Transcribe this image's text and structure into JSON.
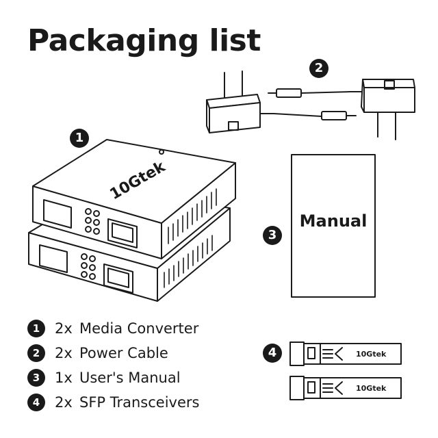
{
  "title": "Packaging list",
  "badges": [
    "1",
    "2",
    "3",
    "4"
  ],
  "brand": "10Gtek",
  "manual_label": "Manual",
  "items": [
    {
      "num": "1",
      "qty": "2x",
      "desc": "Media Converter"
    },
    {
      "num": "2",
      "qty": "2x",
      "desc": "Power Cable"
    },
    {
      "num": "3",
      "qty": "1x",
      "desc": "User's Manual"
    },
    {
      "num": "4",
      "qty": "2x",
      "desc": "SFP Transceivers"
    }
  ],
  "colors": {
    "ink": "#1a1a1a",
    "paper": "#ffffff"
  },
  "icons": [
    "media-converter-illustration",
    "power-adapter-illustration",
    "manual-illustration",
    "sfp-transceiver-illustration"
  ]
}
